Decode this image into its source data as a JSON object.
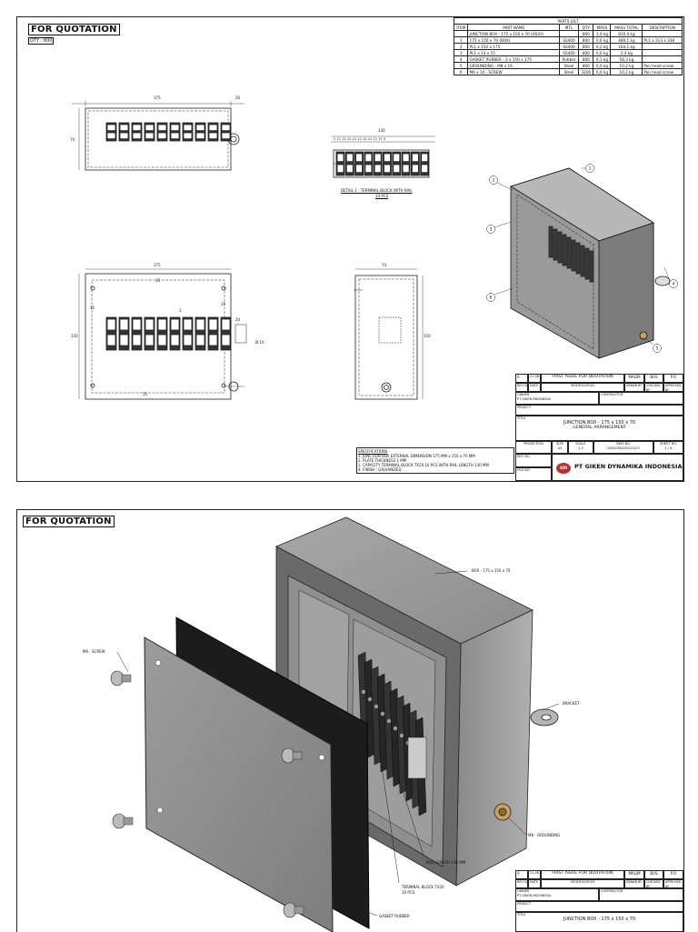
{
  "sheet1": {
    "header": "FOR QUOTATION",
    "qty_badge": "QTY : 800",
    "parts_list": {
      "title": "PARTS LIST",
      "columns": [
        "ITEM",
        "PART NAME",
        "MTL",
        "QTY",
        "MASS",
        "MASS TOTAL",
        "DESCRIPTION"
      ],
      "rows": [
        [
          "",
          "JUNCTION BOX - 175 x 150 x 70 (ASSY)",
          "",
          "800",
          "1,0 kg",
          "810,4 kg",
          ""
        ],
        [
          "1",
          "175 x 150 x 70 (BOX)",
          "SS400",
          "800",
          "0,6 kg",
          "489,1 kg",
          "PL1 x 313 x 338"
        ],
        [
          "2",
          "PL1 x 150 x 175",
          "SS400",
          "800",
          "0,2 kg",
          "164,1 kg",
          ""
        ],
        [
          "3",
          "PL1 x 14 x 15",
          "SS400",
          "800",
          "0,0 kg",
          "2,4 kg",
          ""
        ],
        [
          "4",
          "GASKET RUBBER - 3 x 150 x 175",
          "Rubber",
          "800",
          "0,1 kg",
          "58,3 kg",
          ""
        ],
        [
          "5",
          "GROUNDING - M8 x 16",
          "Steel",
          "800",
          "0,0 kg",
          "10,2 kg",
          "Pan head screw"
        ],
        [
          "6",
          "M6 x 10 - SCREW",
          "Steel",
          "3200",
          "0,0 kg",
          "10,2 kg",
          "Pan head screw"
        ]
      ]
    },
    "dims": {
      "front_w": "175",
      "front_ext": "20",
      "front_h": "74",
      "detail_w": "130",
      "detail_pitch": "5  12  12  12  12  12  12  12  12  12  5",
      "top_w": "175",
      "top_h": "150",
      "top_15a": "15",
      "top_15b": "15",
      "top_15c": "15",
      "top_15d": "15",
      "top_20": "20",
      "top_hole": "Ø 10",
      "side_w": "74",
      "side_h": "150",
      "callout_1": "1"
    },
    "detail_caption_1": "DETAIL 1 - TERMINAL BLOCK WITH RAIL",
    "detail_caption_2": "10 PCS",
    "balloons": [
      "1",
      "2",
      "3",
      "4",
      "5",
      "6"
    ],
    "specifications": {
      "title": "SPECIFICATIONS",
      "lines": [
        "1.   JUNCTION BOX EXTERNAL DIMENSION 175 MM x 150 x 70 MM",
        "2.   PLATE THICKNESS 1 MM",
        "3.   CAPACITY TERMINAL BLOCK TX20 10 PCS WITH RAIL LENGTH 130 MM",
        "4.   FINISH : GALVANIZED"
      ]
    },
    "title_block": {
      "rev_no": "0",
      "rev_date": "21.08 2023",
      "issue": "FIRST ISSUE FOR QUOTATION",
      "drawn": "MALIM",
      "checked": "BUS",
      "approved": "P.O",
      "h_rev": "REV NO",
      "h_date": "DATE",
      "h_mod": "MODIFICATION",
      "h_drawn": "DRAWN BY",
      "h_checked": "CHECKED BY",
      "h_approved": "APPROVED BY",
      "owner_label": "OWNER",
      "owner": "PT GIKEN INDONESIA",
      "contractor": "CONTRACTOR",
      "project": "PROJECT",
      "title_label": "TITLE",
      "title": "JUNCTION BOX - 175 x 150 x 70",
      "subtitle": "GENERAL ARRANGEMENT",
      "projection": "PROJECTION",
      "size_label": "SIZE",
      "size": "A3",
      "scale_label": "SCALE",
      "scale": "1:3",
      "dwg_label": "DWG NO.",
      "dwg_no": "GDS/GEN/2022/3/23",
      "sheet_label": "SHEET NO.",
      "sheet_no": "1 / 6",
      "ref_no": "REF. NO.",
      "file_no": "FILE NO.",
      "company": "PT GIKEN DYNAMIKA INDONESIA",
      "logo_text": "GDI"
    }
  },
  "sheet2": {
    "header": "FOR QUOTATION",
    "callouts": {
      "box": "BOX - 175 x 150 x 70",
      "screw": "M6 - SCREW",
      "bracket": "BRACKET",
      "grounding": "M8 - GROUNDING",
      "rail": "RAIL LENGTH 130 MM",
      "terminal": "TERMINAL BLOCK TX20",
      "terminal_qty": "10 PCS",
      "gasket": "GASKET RUBBER"
    },
    "title_block": {
      "rev_no": "0",
      "rev_date": "21.08 2023",
      "issue": "FIRST ISSUE FOR QUOTATION",
      "drawn": "MALIM",
      "checked": "BUS",
      "approved": "P.O",
      "h_rev": "REV NO",
      "h_date": "DATE",
      "h_mod": "MODIFICATION",
      "h_drawn": "DRAWN BY",
      "h_checked": "CHECKED BY",
      "h_approved": "APPROVED BY",
      "owner_label": "OWNER",
      "owner": "PT GIKEN INDONESIA",
      "contractor": "CONTRACTOR",
      "project": "PROJECT",
      "title_label": "TITLE",
      "title": "JUNCTION BOX - 175 x 150 x 70"
    }
  }
}
